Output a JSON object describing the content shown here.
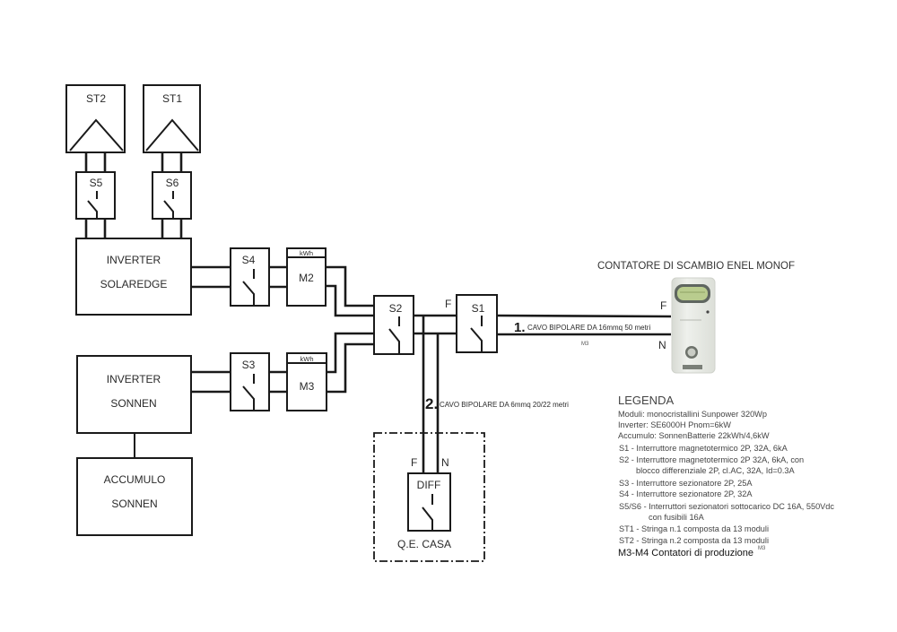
{
  "components": {
    "st2": {
      "label": "ST2"
    },
    "st1": {
      "label": "ST1"
    },
    "s5": {
      "label": "S5"
    },
    "s6": {
      "label": "S6"
    },
    "inverter_solaredge": {
      "line1": "INVERTER",
      "line2": "SOLAREDGE"
    },
    "inverter_sonnen": {
      "line1": "INVERTER",
      "line2": "SONNEN"
    },
    "accumulo_sonnen": {
      "line1": "ACCUMULO",
      "line2": "SONNEN"
    },
    "s4": {
      "label": "S4"
    },
    "s3": {
      "label": "S3"
    },
    "s2": {
      "label": "S2"
    },
    "s1": {
      "label": "S1",
      "phase": "F"
    },
    "m2": {
      "label": "M2",
      "unit": "kWh"
    },
    "m3": {
      "label": "M3",
      "unit": "kWh"
    },
    "diff": {
      "label": "DIFF",
      "phase": "F",
      "neutral": "N"
    },
    "qe_casa": {
      "label": "Q.E. CASA"
    }
  },
  "cables": [
    {
      "number": "1.",
      "text": "CAVO BIPOLARE DA 16mmq 50 metri",
      "note": "M3"
    },
    {
      "number": "2.",
      "text": "CAVO BIPOLARE DA 6mmq 20/22 metri"
    }
  ],
  "meter": {
    "title": "CONTATORE DI SCAMBIO ENEL MONOF",
    "phase": "F",
    "neutral": "N"
  },
  "legend": {
    "title": "LEGENDA",
    "specs": [
      "Moduli: monocristallini Sunpower 320Wp",
      "Inverter: SE6000H Pnom=6kW",
      "Accumulo: SonnenBatterie 22kWh/4,6kW"
    ],
    "items": [
      {
        "text": "S1 - Interruttore magnetotermico 2P, 32A, 6kA"
      },
      {
        "text": "S2 - Interruttore magnetotermico 2P 32A, 6kA, con",
        "cont": "blocco differenziale 2P, cl.AC, 32A, Id=0.3A"
      },
      {
        "text": "S3 - Interruttore sezionatore 2P, 25A"
      },
      {
        "text": "S4 - Interruttore sezionatore 2P, 32A"
      },
      {
        "text": "S5/S6 - Interruttori sezionatori sottocarico DC 16A, 550Vdc",
        "cont": "con fusibili 16A"
      },
      {
        "text": "ST1 - Stringa n.1 composta da 13 moduli"
      },
      {
        "text": "ST2 - Stringa n.2 composta da 13 moduli"
      }
    ],
    "footer": "M3-M4 Contatori di produzione",
    "footer_note": "M3"
  },
  "colors": {
    "line": "#1a1a1a",
    "meter_display": "#b9cc8e",
    "meter_body": "#e9ebe6"
  }
}
